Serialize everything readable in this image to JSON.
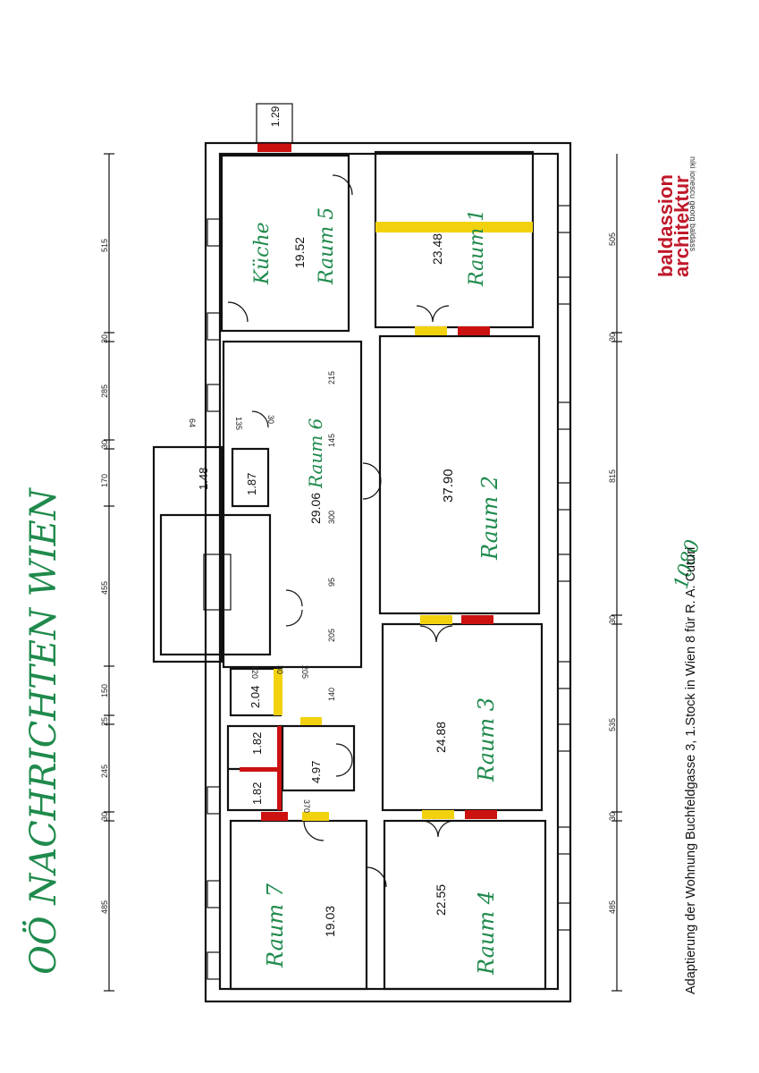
{
  "handwritten_title": "OÖ NACHRICHTEN WIEN",
  "handwritten_postcode": "1080",
  "caption": "Adaptierung der Wohnung Buchfeldgasse 3, 1.Stock in Wien 8 für R. A. Cuturi",
  "logo": {
    "line1": "baldassion",
    "line2": "architektur",
    "line3": "niki ionescu  georg baldass"
  },
  "colors": {
    "red": "#cc1111",
    "yellow": "#f2d20f",
    "green_ink": "#1f8a4c",
    "logo_red": "#c0182a"
  },
  "rooms": {
    "kueche": {
      "name": "Küche",
      "name2": "Raum 5",
      "area": "19.52"
    },
    "raum1": {
      "name": "Raum 1",
      "area": "23.48"
    },
    "raum6": {
      "name": "Raum 6",
      "area": "29.06"
    },
    "raum2": {
      "name": "Raum 2",
      "area": "37.90"
    },
    "raum3": {
      "name": "Raum 3",
      "area": "24.88"
    },
    "raum4": {
      "name": "Raum 4",
      "area": "22.55"
    },
    "raum7": {
      "name": "Raum 7",
      "area": "19.03"
    },
    "wc1": {
      "area": "1.48"
    },
    "bad1": {
      "area": "1.87"
    },
    "abst": {
      "area": "2.04"
    },
    "wc2": {
      "area": "1.82"
    },
    "bad2": {
      "area": "1.82"
    },
    "vorraum": {
      "area": "4.97"
    },
    "box": {
      "area": "1.29"
    }
  },
  "dims_left": [
    "485",
    "30",
    "245",
    "25",
    "150",
    "455",
    "170",
    "30",
    "285",
    "30",
    "515"
  ],
  "dims_right": [
    "485",
    "30",
    "535",
    "30",
    "815",
    "30",
    "505"
  ],
  "dims_inner": [
    "64",
    "135",
    "30",
    "145",
    "215",
    "300",
    "95",
    "205",
    "120",
    "30",
    "205",
    "140",
    "370"
  ]
}
